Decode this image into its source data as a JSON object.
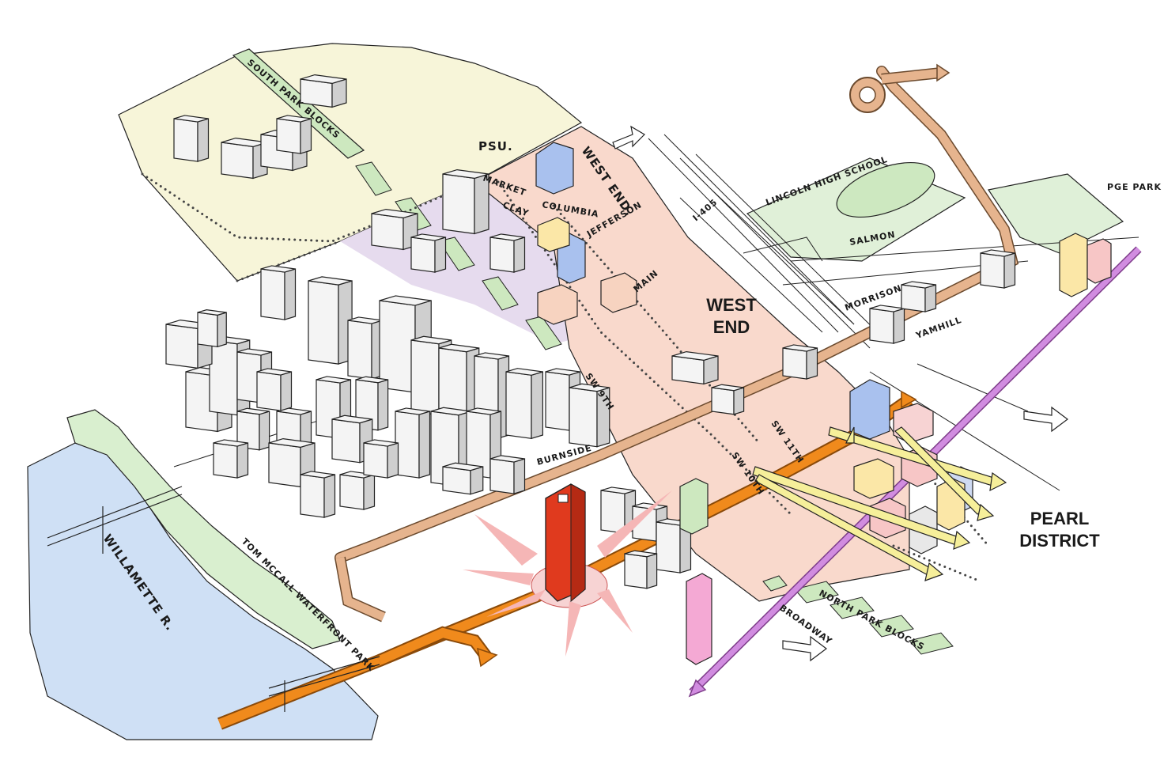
{
  "districts": {
    "west_end": "WEST END",
    "pearl_district": "PEARL DISTRICT",
    "psu": "PSU."
  },
  "streets": {
    "market": "MARKET",
    "clay": "CLAY",
    "columbia": "COLUMBIA",
    "jefferson": "JEFFERSON",
    "main": "MAIN",
    "west_end_diag": "WEST END.",
    "i405": "I-405",
    "salmon": "SALMON",
    "morrison": "MORRISON",
    "yamhill": "YAMHILL",
    "sw_9th": "SW 9TH",
    "sw_10th": "SW 10TH",
    "sw_11th": "SW 11TH",
    "burnside": "BURNSIDE",
    "broadway": "BROADWAY"
  },
  "landmarks": {
    "south_park_blocks": "SOUTH PARK BLOCKS",
    "lincoln_high_school": "LINCOLN HIGH SCHOOL",
    "pge_park": "PGE PARK",
    "tom_mccall": "TOM MCCALL WATERFRONT PARK",
    "willamette": "WILLAMETTE R.",
    "north_park_blocks": "NORTH PARK BLOCKS"
  },
  "colors": {
    "river": "#cfe0f5",
    "park": "#d9efcf",
    "psu_zone": "#f7f5d9",
    "west_end_zone": "#f9d9cc",
    "cultural_zone": "#e6dbee",
    "transit_orange": "#f08a1c",
    "streetcar_tan": "#e6b48e",
    "tower_red": "#e03a1e",
    "max_purple": "#c97bd6",
    "highlight_yellow": "#f6ef9a",
    "glass_blue": "#a9c1ee"
  }
}
